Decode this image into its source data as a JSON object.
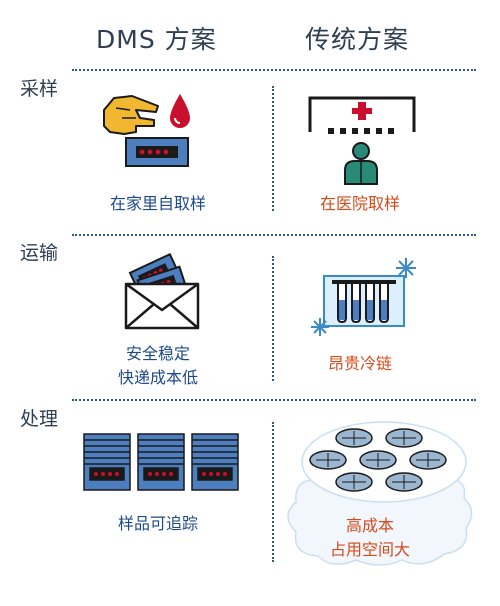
{
  "header": {
    "col_dms": "DMS 方案",
    "col_traditional": "传统方案"
  },
  "rows": [
    {
      "label": "采样",
      "dms": {
        "lines": [
          "在家里自取样"
        ]
      },
      "traditional": {
        "lines": [
          "在医院取样"
        ]
      }
    },
    {
      "label": "运输",
      "dms": {
        "lines": [
          "安全稳定",
          "快递成本低"
        ]
      },
      "traditional": {
        "lines": [
          "昂贵冷链"
        ]
      }
    },
    {
      "label": "处理",
      "dms": {
        "lines": [
          "样品可追踪"
        ]
      },
      "traditional": {
        "lines": [
          "高成本",
          "占用空间大"
        ]
      }
    }
  ],
  "colors": {
    "accent_blue": "#1d4a8a",
    "accent_red": "#d64a1a",
    "card_blue": "#4d7fc0",
    "blood_red": "#c8102e",
    "teal": "#2a8a78",
    "ice": "#3a8ac8"
  },
  "icons": {
    "sampling_dms": "hand-with-blood-drop-card-icon",
    "sampling_traditional": "hospital-person-icon",
    "transport_dms": "envelope-with-cards-icon",
    "transport_traditional": "test-tubes-cold-chain-icon",
    "processing_dms": "card-stacks-icon",
    "processing_traditional": "plate-racks-freezer-icon"
  }
}
